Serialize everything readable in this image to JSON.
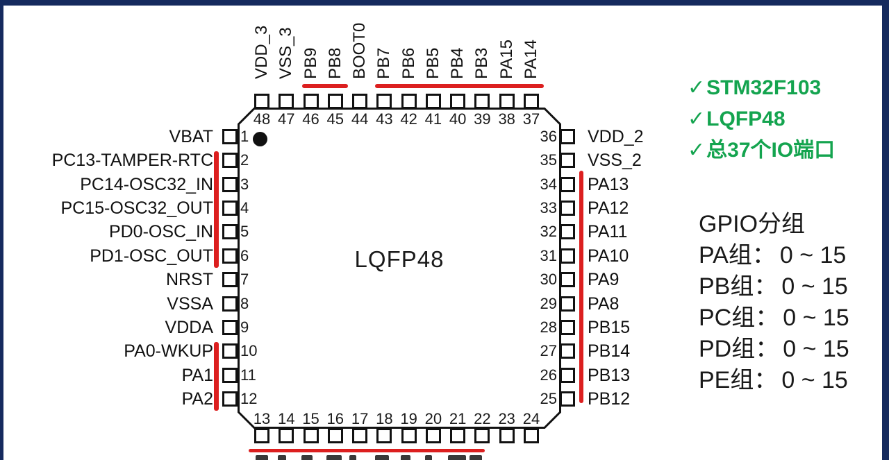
{
  "colors": {
    "highlight_red": "#dc1f1f",
    "accent_green": "#14a44f",
    "frame_navy": "#152a5e",
    "ink": "#1a1a1a"
  },
  "chip": {
    "center_label": "LQFP48",
    "top_pins": [
      {
        "num": "48",
        "label": "VDD_3"
      },
      {
        "num": "47",
        "label": "VSS_3"
      },
      {
        "num": "46",
        "label": "PB9"
      },
      {
        "num": "45",
        "label": "PB8"
      },
      {
        "num": "44",
        "label": "BOOT0"
      },
      {
        "num": "43",
        "label": "PB7"
      },
      {
        "num": "42",
        "label": "PB6"
      },
      {
        "num": "41",
        "label": "PB5"
      },
      {
        "num": "40",
        "label": "PB4"
      },
      {
        "num": "39",
        "label": "PB3"
      },
      {
        "num": "38",
        "label": "PA15"
      },
      {
        "num": "37",
        "label": "PA14"
      }
    ],
    "left_pins": [
      {
        "num": "1",
        "label": "VBAT"
      },
      {
        "num": "2",
        "label": "PC13-TAMPER-RTC"
      },
      {
        "num": "3",
        "label": "PC14-OSC32_IN"
      },
      {
        "num": "4",
        "label": "PC15-OSC32_OUT"
      },
      {
        "num": "5",
        "label": "PD0-OSC_IN"
      },
      {
        "num": "6",
        "label": "PD1-OSC_OUT"
      },
      {
        "num": "7",
        "label": "NRST"
      },
      {
        "num": "8",
        "label": "VSSA"
      },
      {
        "num": "9",
        "label": "VDDA"
      },
      {
        "num": "10",
        "label": "PA0-WKUP"
      },
      {
        "num": "11",
        "label": "PA1"
      },
      {
        "num": "12",
        "label": "PA2"
      }
    ],
    "right_pins": [
      {
        "num": "36",
        "label": "VDD_2"
      },
      {
        "num": "35",
        "label": "VSS_2"
      },
      {
        "num": "34",
        "label": "PA13"
      },
      {
        "num": "33",
        "label": "PA12"
      },
      {
        "num": "32",
        "label": "PA11"
      },
      {
        "num": "31",
        "label": "PA10"
      },
      {
        "num": "30",
        "label": "PA9"
      },
      {
        "num": "29",
        "label": "PA8"
      },
      {
        "num": "28",
        "label": "PB15"
      },
      {
        "num": "27",
        "label": "PB14"
      },
      {
        "num": "26",
        "label": "PB13"
      },
      {
        "num": "25",
        "label": "PB12"
      }
    ],
    "bottom_pins": [
      {
        "num": "13",
        "label": ""
      },
      {
        "num": "14",
        "label": ""
      },
      {
        "num": "15",
        "label": ""
      },
      {
        "num": "16",
        "label": ""
      },
      {
        "num": "17",
        "label": ""
      },
      {
        "num": "18",
        "label": ""
      },
      {
        "num": "19",
        "label": ""
      },
      {
        "num": "20",
        "label": ""
      },
      {
        "num": "21",
        "label": ""
      },
      {
        "num": "22",
        "label": ""
      },
      {
        "num": "23",
        "label": ""
      },
      {
        "num": "24",
        "label": ""
      }
    ]
  },
  "highlights": [
    {
      "side": "top",
      "from": "46",
      "to": "45"
    },
    {
      "side": "top",
      "from": "43",
      "to": "37"
    },
    {
      "side": "left",
      "from": "2",
      "to": "6"
    },
    {
      "side": "left",
      "from": "10",
      "to": "12"
    },
    {
      "side": "right",
      "from": "34",
      "to": "25"
    },
    {
      "side": "bottom",
      "from": "13",
      "to": "22"
    }
  ],
  "checklist": [
    {
      "mark": "✓",
      "text": "STM32F103"
    },
    {
      "mark": "✓",
      "text": "LQFP48"
    },
    {
      "mark": "✓",
      "text": "总37个IO端口"
    }
  ],
  "gpio": {
    "title": "GPIO分组",
    "separator": "：",
    "items": [
      {
        "name": "PA组",
        "range": "0 ~ 15"
      },
      {
        "name": "PB组",
        "range": "0 ~ 15"
      },
      {
        "name": "PC组",
        "range": "0 ~ 15"
      },
      {
        "name": "PD组",
        "range": "0 ~ 15"
      },
      {
        "name": "PE组",
        "range": "0 ~ 15"
      }
    ]
  }
}
